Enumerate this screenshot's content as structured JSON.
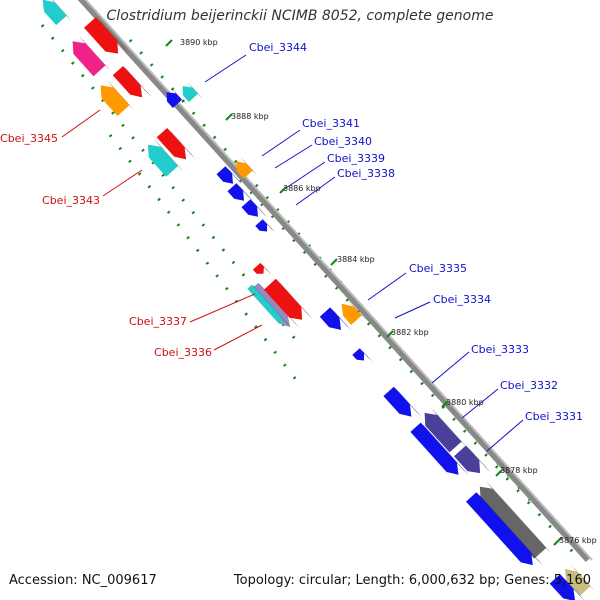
{
  "title": "Clostridium beijerinckii NCIMB 8052, complete genome",
  "footer": {
    "accession": "Accession: NC_009617",
    "summary": "Topology: circular; Length: 6,000,632 bp; Genes: 5,160"
  },
  "colors": {
    "red": "#ee1111",
    "cyan": "#22cccc",
    "magenta": "#ee2288",
    "orange": "#ff9900",
    "blue": "#1111ee",
    "slate": "#4a3f99",
    "grey": "#666666",
    "olive": "#c8bc80",
    "lavender": "#9988bb",
    "backbone": "#888888",
    "tick": "#118811",
    "label_plus": "#1111cc",
    "label_minus": "#cc1111"
  },
  "scale_ticks": [
    "3890 kbp",
    "3888 kbp",
    "3886 kbp",
    "3884 kbp",
    "3882 kbp",
    "3880 kbp",
    "3878 kbp",
    "3876 kbp"
  ],
  "gene_labels_plus": [
    "Cbei_3344",
    "Cbei_3341",
    "Cbei_3340",
    "Cbei_3339",
    "Cbei_3338",
    "Cbei_3335",
    "Cbei_3334",
    "Cbei_3333",
    "Cbei_3332",
    "Cbei_3331"
  ],
  "gene_labels_minus": [
    "Cbei_3345",
    "Cbei_3343",
    "Cbei_3337",
    "Cbei_3336"
  ]
}
